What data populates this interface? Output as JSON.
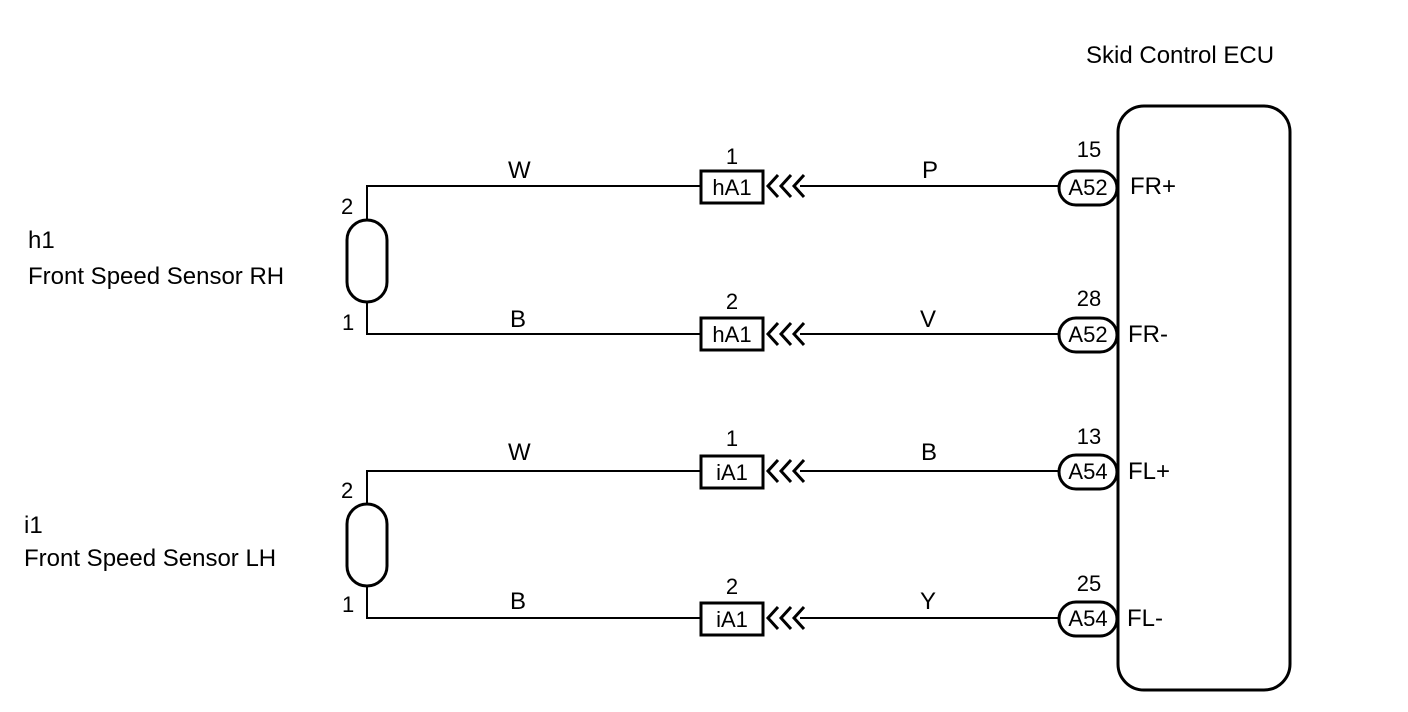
{
  "ecu": {
    "title": "Skid Control ECU"
  },
  "sensors": [
    {
      "code": "h1",
      "name": "Front Speed Sensor RH",
      "pin_top": "2",
      "pin_bottom": "1"
    },
    {
      "code": "i1",
      "name": "Front Speed Sensor LH",
      "pin_top": "2",
      "pin_bottom": "1"
    }
  ],
  "circuits": [
    {
      "sensor_wire_color": "W",
      "junction_connector": "hA1",
      "junction_pin": "1",
      "ecu_wire_color": "P",
      "ecu_connector": "A52",
      "ecu_pin": "15",
      "ecu_terminal": "FR+"
    },
    {
      "sensor_wire_color": "B",
      "junction_connector": "hA1",
      "junction_pin": "2",
      "ecu_wire_color": "V",
      "ecu_connector": "A52",
      "ecu_pin": "28",
      "ecu_terminal": "FR-"
    },
    {
      "sensor_wire_color": "W",
      "junction_connector": "iA1",
      "junction_pin": "1",
      "ecu_wire_color": "B",
      "ecu_connector": "A54",
      "ecu_pin": "13",
      "ecu_terminal": "FL+"
    },
    {
      "sensor_wire_color": "B",
      "junction_connector": "iA1",
      "junction_pin": "2",
      "ecu_wire_color": "Y",
      "ecu_connector": "A54",
      "ecu_pin": "25",
      "ecu_terminal": "FL-"
    }
  ]
}
